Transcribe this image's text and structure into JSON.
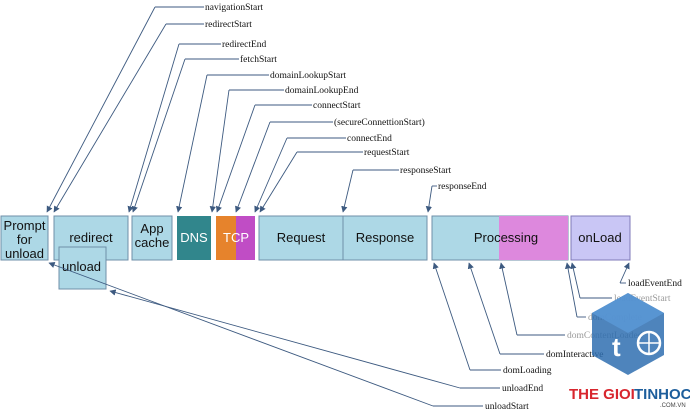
{
  "boxes": {
    "prompt": "Prompt\nfor\nunload",
    "redirect": "redirect",
    "unload": "unload",
    "appcache": "App\ncache",
    "dns": "DNS",
    "tcp": "TCP",
    "request": "Request",
    "response": "Response",
    "processing": "Processing",
    "onload": "onLoad"
  },
  "top_labels": [
    "navigationStart",
    "redirectStart",
    "redirectEnd",
    "fetchStart",
    "domainLookupStart",
    "domainLookupEnd",
    "connectStart",
    "(secureConnettionStart)",
    "connectEnd",
    "requestStart",
    "responseStart",
    "responseEnd"
  ],
  "bottom_labels": {
    "loadEventEnd": "loadEventEnd",
    "loadEventStart": "loadEventStart",
    "domComplete": "domComplete",
    "domContentLoaded": "domContentLoaded",
    "domInteractive": "domInteractive",
    "domLoading": "domLoading",
    "unloadEnd": "unloadEnd",
    "unloadStart": "unloadStart"
  },
  "watermark": {
    "brand_red": "THE GIOI",
    "brand_blue": "TINHOC",
    "domain": ".COM.VN"
  },
  "colors": {
    "light_blue": "#add8e6",
    "teal": "#31868c",
    "orange": "#e6832c",
    "magenta": "#c04dc5",
    "pink": "#dd88dd",
    "lavender": "#c9c6f5",
    "arrow": "#3d5a80"
  }
}
